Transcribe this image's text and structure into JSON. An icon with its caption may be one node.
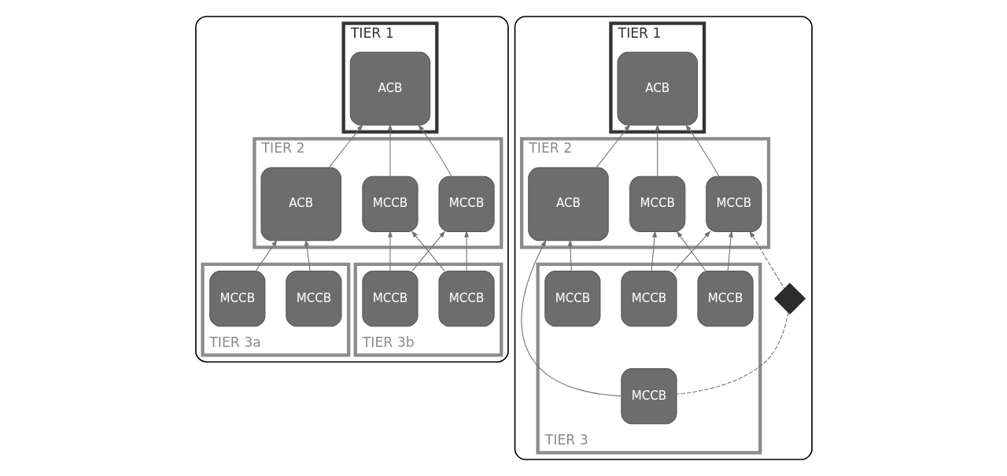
{
  "diagram": {
    "nodes": [
      {
        "text": [],
        "shape": "box"
      },
      {
        "text": [
          "TIER 1"
        ],
        "in": 0
      },
      {
        "text": [
          "ACB"
        ],
        "in": 1
      },
      {
        "text": [
          "TIER 2"
        ],
        "in": 0
      },
      {
        "text": [
          "ACB"
        ],
        "in": 3
      },
      {
        "text": [
          "MCCB"
        ],
        "in": 3
      },
      {
        "text": [
          "MCCB"
        ],
        "in": 3
      },
      {
        "text": [
          "TIER 3a"
        ],
        "in": 0
      },
      {
        "text": [
          "MCCB"
        ],
        "in": 7
      },
      {
        "text": [
          "MCCB"
        ],
        "in": 7
      },
      {
        "text": [
          "TIER 3b"
        ],
        "in": 0
      },
      {
        "text": [
          "MCCB"
        ],
        "in": 10
      },
      {
        "text": [
          "MCCB"
        ],
        "in": 10
      },
      {
        "text": [],
        "shape": "box"
      },
      {
        "text": [
          "TIER 1"
        ],
        "in": 13
      },
      {
        "text": [
          "ACB"
        ],
        "in": 14
      },
      {
        "text": [
          "TIER 2"
        ],
        "in": 13
      },
      {
        "text": [
          "ACB"
        ],
        "in": 16
      },
      {
        "text": [
          "MCCB"
        ],
        "in": 16
      },
      {
        "text": [
          "MCCB"
        ],
        "in": 16
      },
      {
        "text": [
          "TIER 3"
        ],
        "in": 13
      },
      {
        "text": [
          "MCCB"
        ],
        "in": 20
      },
      {
        "text": [
          "MCCB"
        ],
        "in": 20
      },
      {
        "text": [],
        "shape": "cross",
        "in": 13
      },
      {
        "text": [
          "MCCB"
        ],
        "in": 20
      },
      {
        "text": [
          "MCCB"
        ],
        "in": 20
      }
    ],
    "edges": [
      {
        "from": 4,
        "to": 2,
        "arrow": "to"
      },
      {
        "from": 5,
        "to": 2,
        "arrow": "to"
      },
      {
        "from": 6,
        "to": 2,
        "arrow": "to"
      },
      {
        "from": 8,
        "to": 4,
        "arrow": "to"
      },
      {
        "from": 9,
        "to": 4,
        "arrow": "to"
      },
      {
        "from": 11,
        "to": 5,
        "arrow": "to"
      },
      {
        "from": 11,
        "to": 6,
        "arrow": "to"
      },
      {
        "from": 12,
        "to": 5,
        "arrow": "to"
      },
      {
        "from": 12,
        "to": 6,
        "arrow": "to"
      },
      {
        "from": 17,
        "to": 15,
        "arrow": "to"
      },
      {
        "from": 18,
        "to": 15,
        "arrow": "to"
      },
      {
        "from": 19,
        "to": 15,
        "arrow": "to"
      },
      {
        "from": 21,
        "to": 17,
        "arrow": "to"
      },
      {
        "from": 22,
        "to": 17,
        "arrow": "to"
      },
      {
        "from": 24,
        "to": 18,
        "arrow": "to"
      },
      {
        "from": 24,
        "to": 19,
        "arrow": "to"
      },
      {
        "from": 25,
        "to": 18,
        "arrow": "to"
      },
      {
        "from": 25,
        "to": 19,
        "arrow": "to"
      },
      {
        "from": 21,
        "to": 23,
        "arrow": "none",
        "style": "dashed"
      },
      {
        "from": 23,
        "to": 19,
        "arrow": "to",
        "style": "dashed"
      }
    ]
  }
}
